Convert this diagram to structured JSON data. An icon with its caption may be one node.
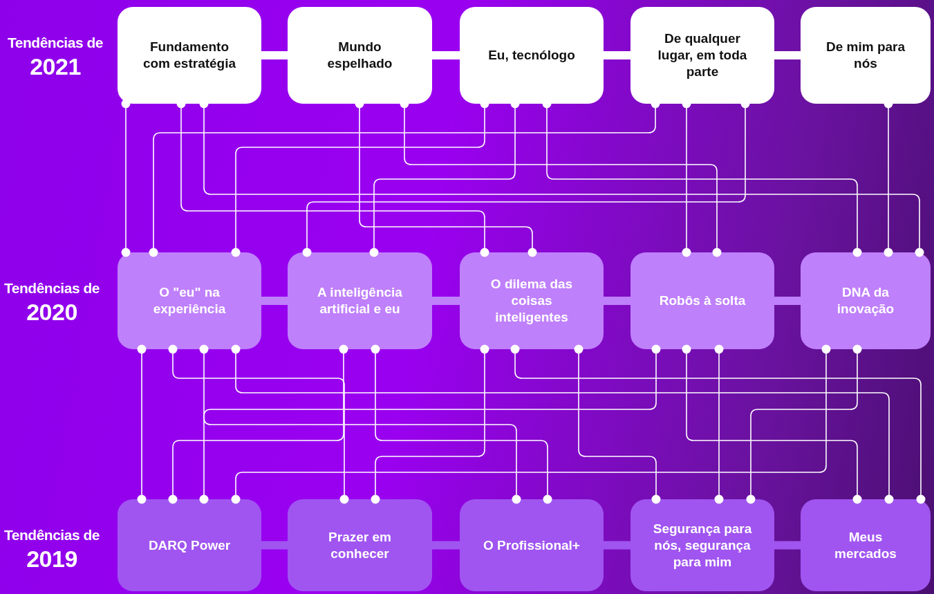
{
  "diagram": {
    "nodes": [
      {
        "text": [
          "Fundamento com estratégia"
        ]
      },
      {
        "text": [
          "Mundo espelhado"
        ]
      },
      {
        "text": [
          "Eu, tecnólogo"
        ]
      },
      {
        "text": [
          "De qualquer lugar, em toda parte"
        ]
      },
      {
        "text": [
          "De mim para nós"
        ]
      },
      {
        "text": [
          "O \"eu\" na experiência"
        ]
      },
      {
        "text": [
          "A inteligência artificial e eu"
        ]
      },
      {
        "text": [
          "O dilema das coisas inteligentes"
        ]
      },
      {
        "text": [
          "Robôs à solta"
        ]
      },
      {
        "text": [
          "DNA da inovação"
        ]
      },
      {
        "text": [
          "DARQ Power"
        ]
      },
      {
        "text": [
          "Prazer em conhecer"
        ]
      },
      {
        "text": [
          "O Profissional+"
        ]
      },
      {
        "text": [
          "Segurança para nós, segurança para mim"
        ]
      },
      {
        "text": [
          "Meus mercados"
        ]
      }
    ],
    "edges": [
      {
        "from": 0,
        "to": 5,
        "arrow": "other"
      },
      {
        "from": 3,
        "to": 5,
        "arrow": "other"
      },
      {
        "from": 2,
        "to": 5,
        "arrow": "other"
      },
      {
        "from": 3,
        "to": 6,
        "arrow": "other"
      },
      {
        "from": 2,
        "to": 6,
        "arrow": "other"
      },
      {
        "from": 0,
        "to": 7,
        "arrow": "other"
      },
      {
        "from": 1,
        "to": 7,
        "arrow": "other"
      },
      {
        "from": 3,
        "to": 8,
        "arrow": "other"
      },
      {
        "from": 1,
        "to": 8,
        "arrow": "other"
      },
      {
        "from": 2,
        "to": 9,
        "arrow": "other"
      },
      {
        "from": 4,
        "to": 9,
        "arrow": "other"
      },
      {
        "from": 0,
        "to": 9,
        "arrow": "other"
      },
      {
        "from": 5,
        "to": 10,
        "arrow": "other"
      },
      {
        "from": 5,
        "to": 11,
        "arrow": "other"
      },
      {
        "from": 5,
        "to": 14,
        "arrow": "other"
      },
      {
        "from": 5,
        "to": 12,
        "arrow": "other"
      },
      {
        "from": 6,
        "to": 10,
        "arrow": "other"
      },
      {
        "from": 6,
        "to": 12,
        "arrow": "other"
      },
      {
        "from": 7,
        "to": 11,
        "arrow": "other"
      },
      {
        "from": 8,
        "to": 10,
        "arrow": "other"
      },
      {
        "from": 9,
        "to": 10,
        "arrow": "other"
      },
      {
        "from": 7,
        "to": 14,
        "arrow": "other"
      },
      {
        "from": 7,
        "to": 13,
        "arrow": "other"
      },
      {
        "from": 8,
        "to": 14,
        "arrow": "other"
      },
      {
        "from": 8,
        "to": 13,
        "arrow": "other"
      },
      {
        "from": 9,
        "to": 13,
        "arrow": "other"
      },
      {
        "from": 0,
        "to": 1,
        "arrow": "none",
        "style": "thick"
      },
      {
        "from": 1,
        "to": 2,
        "arrow": "none",
        "style": "thick"
      },
      {
        "from": 2,
        "to": 3,
        "arrow": "none",
        "style": "thick"
      },
      {
        "from": 3,
        "to": 4,
        "arrow": "none",
        "style": "thick"
      },
      {
        "from": 5,
        "to": 6,
        "arrow": "none",
        "style": "thick",
        "color": "#bf80fb"
      },
      {
        "from": 6,
        "to": 7,
        "arrow": "none",
        "style": "thick",
        "color": "#bf80fb"
      },
      {
        "from": 7,
        "to": 8,
        "arrow": "none",
        "style": "thick",
        "color": "#bf80fb"
      },
      {
        "from": 8,
        "to": 9,
        "arrow": "none",
        "style": "thick",
        "color": "#bf80fb"
      },
      {
        "from": 10,
        "to": 11,
        "arrow": "none",
        "style": "thick",
        "color": "#a055f0"
      },
      {
        "from": 11,
        "to": 12,
        "arrow": "none",
        "style": "thick",
        "color": "#a055f0"
      },
      {
        "from": 12,
        "to": 13,
        "arrow": "none",
        "style": "thick",
        "color": "#a055f0"
      },
      {
        "from": 13,
        "to": 14,
        "arrow": "none",
        "style": "thick",
        "color": "#a055f0"
      }
    ],
    "labels": [
      "Tendências de 2021",
      "Tendências de 2020",
      "Tendências de 2019"
    ]
  }
}
